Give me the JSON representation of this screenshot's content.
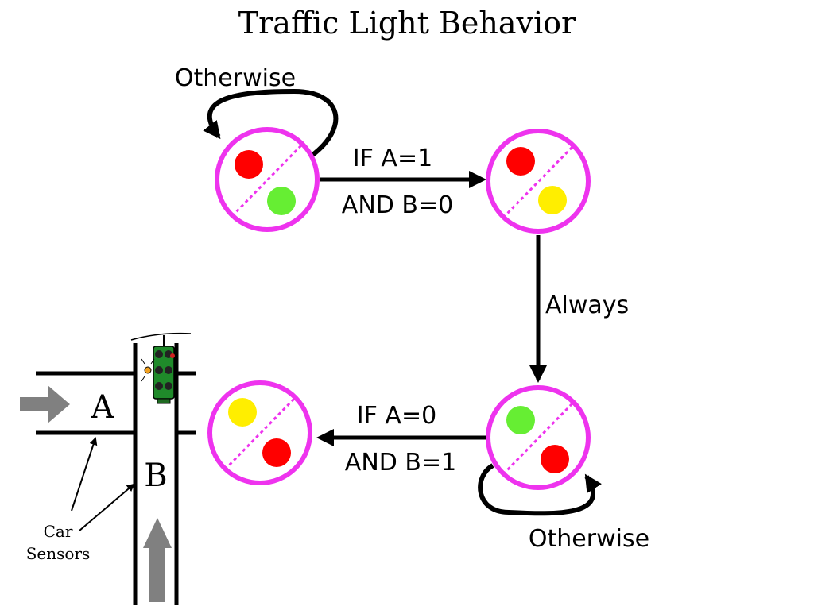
{
  "title": "Traffic Light Behavior",
  "colors": {
    "state_ring": "#ee33ee",
    "red": "#ff0000",
    "green": "#66ee33",
    "yellow": "#ffee00",
    "arrow": "#000000",
    "road_arrow": "#808080"
  },
  "states": [
    {
      "id": "s1",
      "light_a": "red",
      "light_b": "green"
    },
    {
      "id": "s2",
      "light_a": "red",
      "light_b": "yellow"
    },
    {
      "id": "s3",
      "light_a": "green",
      "light_b": "red"
    },
    {
      "id": "s4",
      "light_a": "yellow",
      "light_b": "red"
    }
  ],
  "transitions": {
    "s1_self": "Otherwise",
    "s1_to_s2_line1": "IF A=1",
    "s1_to_s2_line2": "AND B=0",
    "s2_to_s3": "Always",
    "s3_to_s4_line1": "IF A=0",
    "s3_to_s4_line2": "AND B=1",
    "s3_self": "Otherwise"
  },
  "intersection": {
    "road_a": "A",
    "road_b": "B",
    "sensor_line1": "Car",
    "sensor_line2": "Sensors",
    "icon": "traffic-light-icon"
  }
}
